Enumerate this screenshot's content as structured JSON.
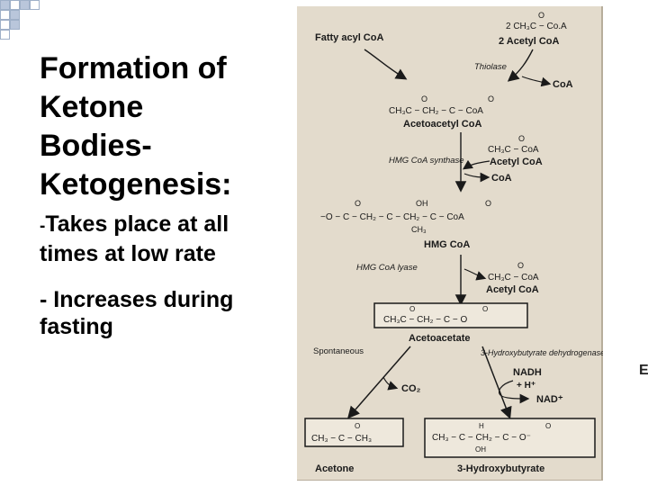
{
  "slide": {
    "title_lines": [
      "Formation of",
      "Ketone",
      "Bodies-",
      "Ketogenesis:"
    ],
    "bullets": [
      {
        "dash": "-",
        "text": "Takes place at all times at low rate"
      },
      {
        "dash": "- ",
        "text": "Increases during fasting"
      }
    ],
    "edge_char": "E"
  },
  "diagram": {
    "fatty_acyl": "Fatty acyl CoA",
    "acetyl_formula": "2 CH₃C − Co.A",
    "acetyl_name": "2 Acetyl CoA",
    "thiolase": "Thiolase",
    "coa_released_1": "CoA",
    "acetoacetyl_formula": "CH₃C − CH₂ − C − CoA",
    "acetoacetyl_name": "Acetoacetyl CoA",
    "hmg_synthase": "HMG CoA synthase",
    "acetyl2_formula": "CH₃C − CoA",
    "acetyl2_name": "Acetyl CoA",
    "coa_released_2": "CoA",
    "hmg_formula": "−O − C − CH₂ − C − CH₂ − C − CoA",
    "hmg_ch3": "CH₃",
    "hmg_oh": "OH",
    "hmg_name": "HMG CoA",
    "hmg_lyase": "HMG CoA lyase",
    "acetyl3_formula": "CH₃C − CoA",
    "acetyl3_name": "Acetyl CoA",
    "acetoacetate_formula": "CH₃C − CH₂ − C − O",
    "acetoacetate_name": "Acetoacetate",
    "spontaneous": "Spontaneous",
    "dehydrogenase": "3-Hydroxybutyrate dehydrogenase",
    "nadh": "NADH",
    "h_plus": "+ H⁺",
    "co2": "CO₂",
    "nad": "NAD⁺",
    "acetone_formula": "CH₃ − C − CH₃",
    "acetone_name": "Acetone",
    "hydroxy_formula": "CH₃ − C − CH₂ − C − O⁻",
    "hydroxy_h": "H",
    "hydroxy_oh": "OH",
    "hydroxy_name": "3-Hydroxybutyrate",
    "oxygen": "O"
  }
}
